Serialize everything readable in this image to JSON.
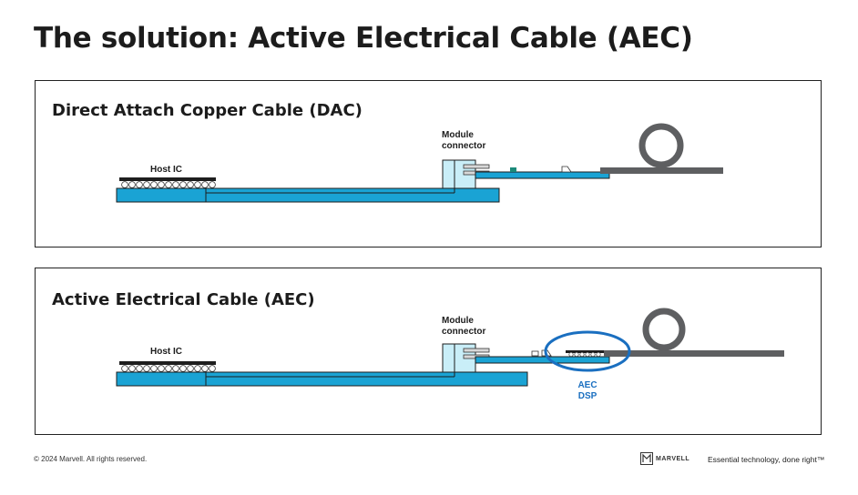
{
  "title": "The solution: Active Electrical Cable (AEC)",
  "dac": {
    "heading": "Direct Attach Copper Cable (DAC)",
    "host_label": "Host IC",
    "module_label_line1": "Module",
    "module_label_line2": "connector"
  },
  "aec": {
    "heading": "Active Electrical Cable (AEC)",
    "host_label": "Host IC",
    "module_label_line1": "Module",
    "module_label_line2": "connector",
    "dsp_label_line1": "AEC",
    "dsp_label_line2": "DSP"
  },
  "footer": {
    "copyright": "© 2024 Marvell. All rights reserved.",
    "logo_text": "MARVELL",
    "logo_icon": "marvell-logo-icon",
    "tagline": "Essential technology, done right™"
  },
  "colors": {
    "board": "#1aa3d4",
    "connector": "#c9eef8",
    "cable": "#5e5f61",
    "highlight": "#1a6fc0",
    "chip": "#1e1e1e"
  }
}
